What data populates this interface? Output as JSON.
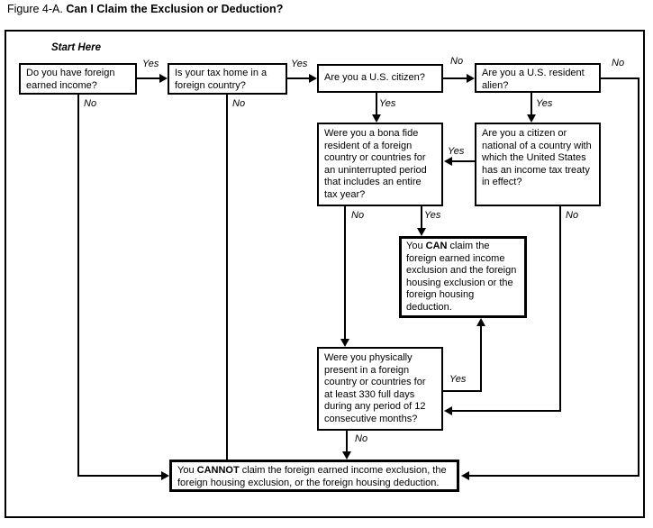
{
  "title": {
    "prefix": "Figure 4-A.",
    "main": "Can I Claim the Exclusion or Deduction?"
  },
  "start_here": "Start Here",
  "labels": {
    "yes": "Yes",
    "no": "No"
  },
  "boxes": {
    "foreign_income": "Do you have foreign earned income?",
    "tax_home": "Is your tax home in a foreign country?",
    "us_citizen": "Are you a U.S. citizen?",
    "resident_alien": "Are you a U.S. resident alien?",
    "bona_fide": "Were you a bona fide resident of a foreign country or countries for an uninterrupted period that includes an entire tax year?",
    "treaty": "Are you a citizen or national of a country with which the United States has an income tax treaty in effect?",
    "can_claim": {
      "pre": "You",
      "bold": "CAN",
      "post": "claim the foreign earned income exclusion and the foreign housing exclusion or the foreign housing deduction."
    },
    "physical_presence": "Were you physically present in a foreign country or countries for at least 330 full days during any period of 12 consecutive months?",
    "cannot_claim": {
      "pre": "You",
      "bold": "CANNOT",
      "post": "claim the foreign earned income exclusion, the foreign housing exclusion, or the foreign housing deduction."
    }
  }
}
